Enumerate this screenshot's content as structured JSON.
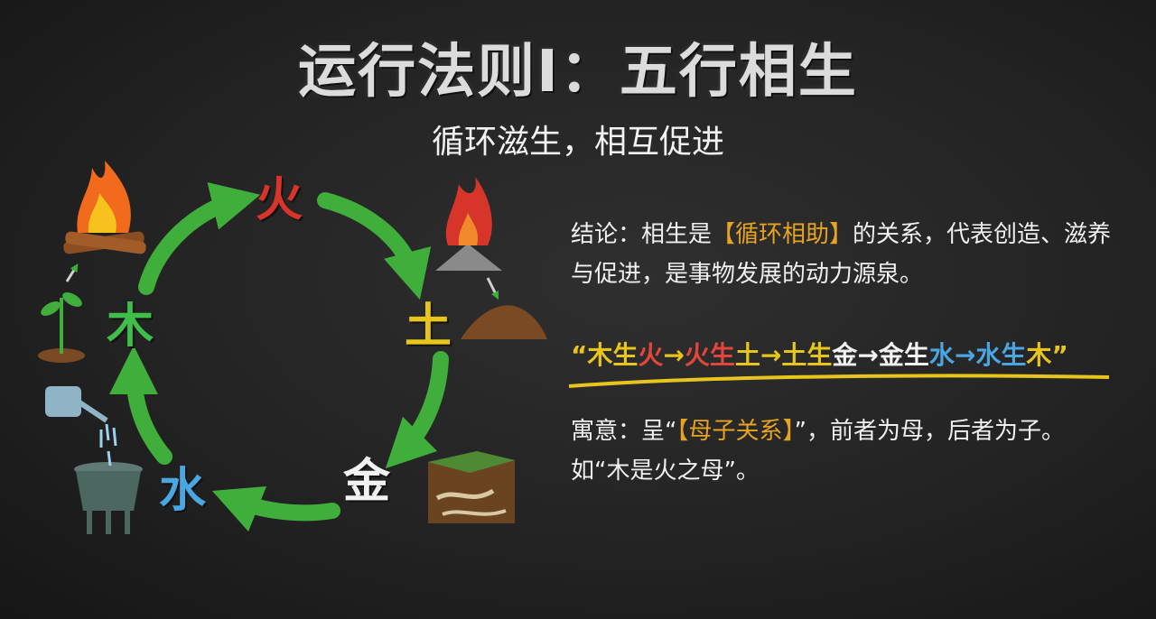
{
  "title": "运行法则I：五行相生",
  "subtitle": "循环滋生，相互促进",
  "elements": {
    "fire": "火",
    "earth": "土",
    "metal": "金",
    "water": "水",
    "wood": "木"
  },
  "conclusion": {
    "prefix": "结论：相生是",
    "highlight": "【循环相助】",
    "suffix": "的关系，代表创造、滋养与促进，是事物发展的动力源泉。"
  },
  "sequence": {
    "open_quote": "“",
    "close_quote": "”",
    "s1a": "木生",
    "s1b": "火",
    "s2a": "火生",
    "s2b": "土",
    "s3a": "土生",
    "s3b": "金",
    "s4a": "金生",
    "s4b": "水",
    "s5a": "水生",
    "s5b": "木",
    "arrow": "→"
  },
  "meaning": {
    "prefix": "寓意：呈“",
    "highlight": "【母子关系】",
    "suffix": "”，前者为母，后者为子。如“木是火之母”。"
  },
  "colors": {
    "fire": "#d9342a",
    "earth": "#e8c51a",
    "metal": "#f2f2f2",
    "water": "#4aa6e0",
    "wood": "#3fbf4a",
    "arrow": "#3fae3a",
    "highlight": "#e8a321"
  },
  "icons": {
    "fire": "campfire-icon",
    "earth": "ash-and-soil-icon",
    "metal": "ore-in-earth-icon",
    "water": "bronze-cauldron-icon",
    "wood": "sprout-and-watering-can-icon"
  }
}
